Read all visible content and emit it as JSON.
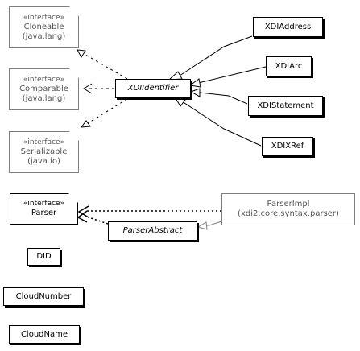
{
  "diagram": {
    "interfaces": [
      {
        "id": "cloneable",
        "stereotype": "«interface»",
        "name": "Cloneable",
        "package": "(java.lang)"
      },
      {
        "id": "comparable",
        "stereotype": "«interface»",
        "name": "Comparable",
        "package": "(java.lang)"
      },
      {
        "id": "serializable",
        "stereotype": "«interface»",
        "name": "Serializable",
        "package": "(java.io)"
      },
      {
        "id": "parser",
        "stereotype": "«interface»",
        "name": "Parser"
      }
    ],
    "classes": {
      "xdi_identifier": "XDIIdentifier",
      "xdi_address": "XDIAddress",
      "xdi_arc": "XDIArc",
      "xdi_statement": "XDIStatement",
      "xdi_xref": "XDIXRef",
      "parser_impl": {
        "name": "ParserImpl",
        "package": "(xdi2.core.syntax.parser)"
      },
      "parser_abstract": "ParserAbstract",
      "did": "DID",
      "cloud_number": "CloudNumber",
      "cloud_name": "CloudName"
    },
    "colors": {
      "line": "#000000",
      "muted": "#7f7f7f",
      "dotted": "#000000"
    }
  }
}
